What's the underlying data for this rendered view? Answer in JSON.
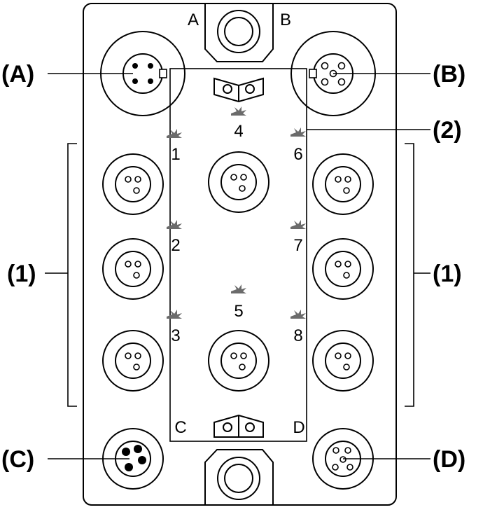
{
  "callouts": {
    "A": "(A)",
    "B": "(B)",
    "C": "(C)",
    "D": "(D)",
    "one_left": "(1)",
    "one_right": "(1)",
    "two": "(2)"
  },
  "corner_letters": {
    "top_a": "A",
    "top_b": "B",
    "bottom_c": "C",
    "bottom_d": "D"
  },
  "led_numbers": [
    "1",
    "2",
    "3",
    "4",
    "5",
    "6",
    "7",
    "8"
  ],
  "colors": {
    "stroke": "#000000",
    "background": "#ffffff",
    "led_glow": "#6b6b6b"
  },
  "icons": {
    "connector": "circular-m12-connector-icon",
    "led": "status-led-icon",
    "cable_gland": "cable-gland-icon",
    "mount_clip": "mounting-clip-icon"
  }
}
